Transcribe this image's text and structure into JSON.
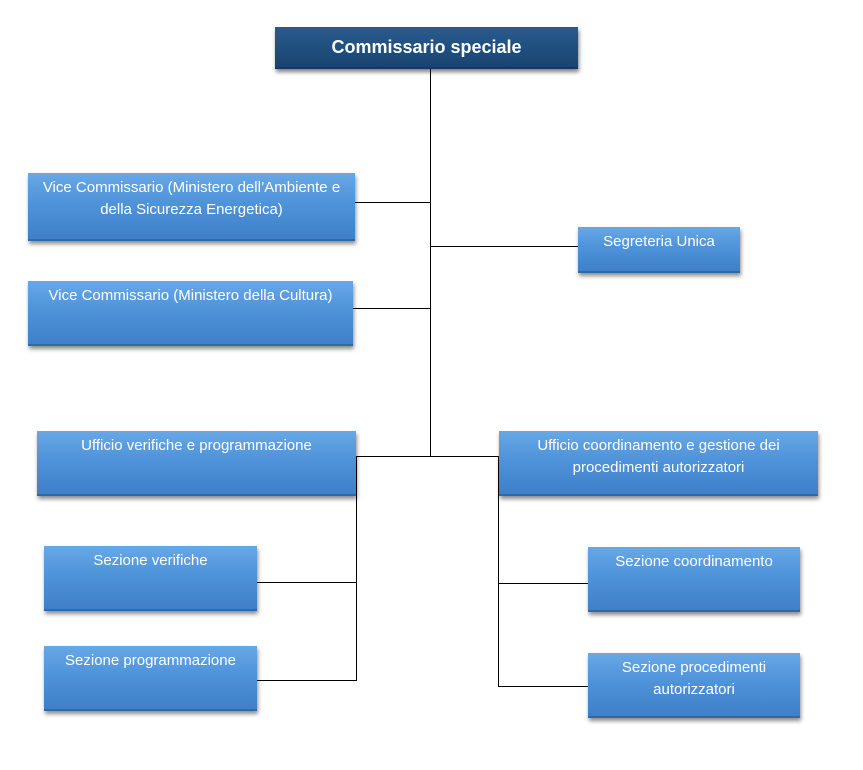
{
  "org_chart": {
    "head": "Commissario speciale",
    "vice_ambiente": "Vice Commissario (Ministero dell’Ambiente e della Sicurezza Energetica)",
    "vice_cultura": "Vice Commissario (Ministero della Cultura)",
    "segreteria": "Segreteria Unica",
    "ufficio_verifiche": "Ufficio verifiche e programmazione",
    "ufficio_coordinamento": "Ufficio coordinamento e gestione dei procedimenti autorizzatori",
    "sezione_verifiche": "Sezione verifiche",
    "sezione_programmazione": "Sezione programmazione",
    "sezione_coordinamento": "Sezione coordinamento",
    "sezione_procedimenti": "Sezione procedimenti autorizzatori"
  },
  "colors": {
    "head_box": "#1f4e7c",
    "unit_box": "#4f93d9",
    "connector": "#000000",
    "text": "#ffffff"
  }
}
